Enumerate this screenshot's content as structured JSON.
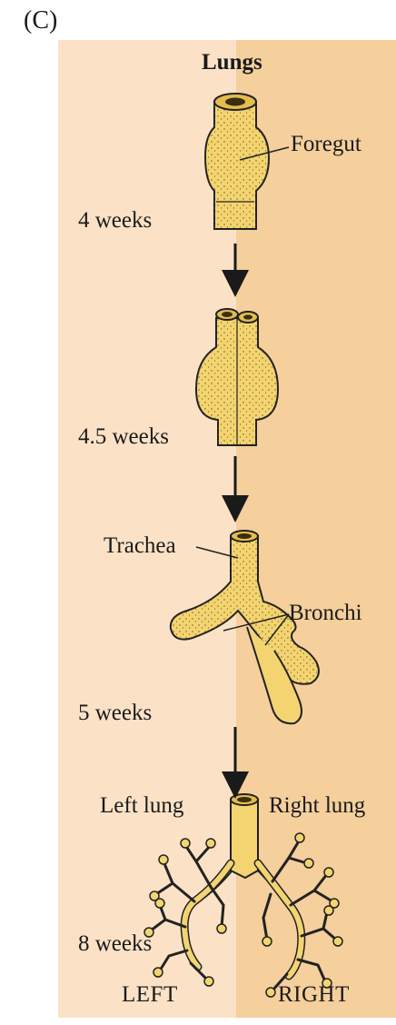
{
  "panel_letter": "(C)",
  "title": "Lungs",
  "colors": {
    "left_background": "#fbe2c6",
    "right_background": "#f5cf9c",
    "tissue": "#f3d470",
    "tissue_shade": "#e4bd4f",
    "outline": "#222222"
  },
  "stages": [
    {
      "age": "4 weeks",
      "labels": [
        "Foregut"
      ]
    },
    {
      "age": "4.5 weeks",
      "labels": []
    },
    {
      "age": "5 weeks",
      "labels": [
        "Trachea",
        "Bronchi"
      ]
    },
    {
      "age": "8 weeks",
      "labels": [
        "Left lung",
        "Right lung"
      ]
    }
  ],
  "sides": {
    "left": "LEFT",
    "right": "RIGHT"
  }
}
